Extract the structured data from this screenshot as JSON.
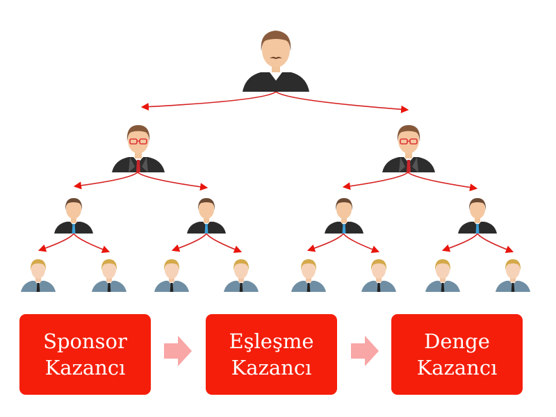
{
  "diagram": {
    "type": "hierarchy-tree",
    "levels": [
      {
        "level": 0,
        "count": 1,
        "role": "top-sponsor",
        "style": "mustache-black-suit"
      },
      {
        "level": 1,
        "count": 2,
        "role": "manager",
        "style": "glasses-red-tie"
      },
      {
        "level": 2,
        "count": 4,
        "role": "member",
        "style": "blue-tie"
      },
      {
        "level": 3,
        "count": 8,
        "role": "new-member",
        "style": "blonde-gray-suit"
      }
    ],
    "connector_color": "#d62020"
  },
  "stages": [
    {
      "line1": "Sponsor",
      "line2": "Kazancı"
    },
    {
      "line1": "Eşleşme",
      "line2": "Kazancı"
    },
    {
      "line1": "Denge",
      "line2": "Kazancı"
    }
  ],
  "colors": {
    "box_bg": "#f51e0a",
    "box_text": "#ffffff",
    "flow_arrow": "#f9a6a6",
    "connector": "#d62020"
  }
}
